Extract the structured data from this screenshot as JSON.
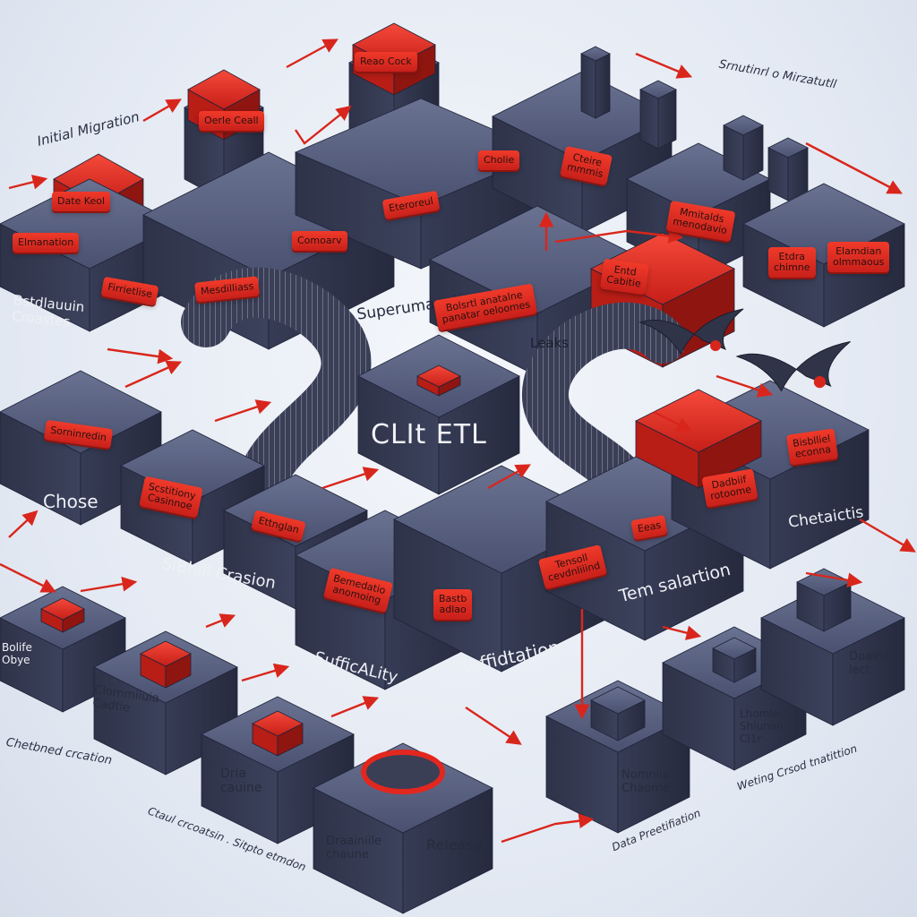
{
  "colors": {
    "slate": "#3f4660",
    "slate_dark": "#2b3047",
    "slate_light": "#5b6382",
    "red": "#e2271f",
    "red_dark": "#9c1812",
    "arrow": "#d9261c"
  },
  "captions": {
    "initial_migration": "Initial Migration",
    "top_right": "Srnutinrl o Mirzatutll",
    "bottom_left_a": "Chetbned crcation",
    "bottom_left_b": "Ctaul crcoatsin   . Sitpto etmdon",
    "bottom_mid": "Data Preetifiation",
    "bottom_right": "Weting Crsod tnatittion"
  },
  "platforms": {
    "superumapation": "Superumapation",
    "leaks": "Leaks",
    "clit_etl": "CLIt   ETL",
    "chose": "Chose",
    "sibhill_crasion": "SiBhill Crasion",
    "sufficality": "SufficALity",
    "suffidtation": "Suffidtation",
    "tem_salartion": "Tem salartion",
    "chetaictis": "Chetaictis",
    "bstdlauuin": "Bstdlauuin\nCroastes"
  },
  "tags": {
    "reao_cock": "Reao   Cock",
    "oerle_ceall": "Oerle   Ceall",
    "date_keol": "Date   Keol",
    "cholie": "Cholie",
    "eteroreul": "Eteroreul",
    "comoarv": "Comoarv",
    "elmanation": "Elmanation",
    "firrietlise": "Firrietlise",
    "mesdilliass": "Mesdilliass",
    "cteire_mmmis": "Cteire\nmmmis",
    "mmitalds": "Mmitalds\nmenodavio",
    "etdra_chimne": "Etdra\nchimne",
    "elamdian": "Elamdian\nolmmaous",
    "bolstrl": "Bolsrtl anatalne\npanatar oeloomes",
    "entd_cabitie": "Entd\nCabitie",
    "sorninredin": "Sorninredin",
    "scstitiony": "Scstitiony\nCasinnoe",
    "ettnglan": "Ettnglan",
    "bemedatio": "Bemedatio\nanomoing",
    "bastb_adlao": "Bastb\nadlao",
    "tensoll": "Tensoll\ncevdnliiind",
    "eeas": "Eeas",
    "dadbiif": "Dadbiif\nrotoome",
    "bisblliel": "Bisblliel\neconna"
  },
  "blocks": {
    "bolife_obye": "Bolife\nObye",
    "clommiiuia": "Clommiiuia\nCadtie",
    "dria_cauine": "Dria\ncauine",
    "draainiile": "Draainiile\nchaune",
    "release": "Release",
    "nomnila": "Nomnila\nChaome",
    "lhomlo": "Lhomlo\nShlunon\nCl1r",
    "doaihe_lect": "Doaihe\nlect"
  }
}
